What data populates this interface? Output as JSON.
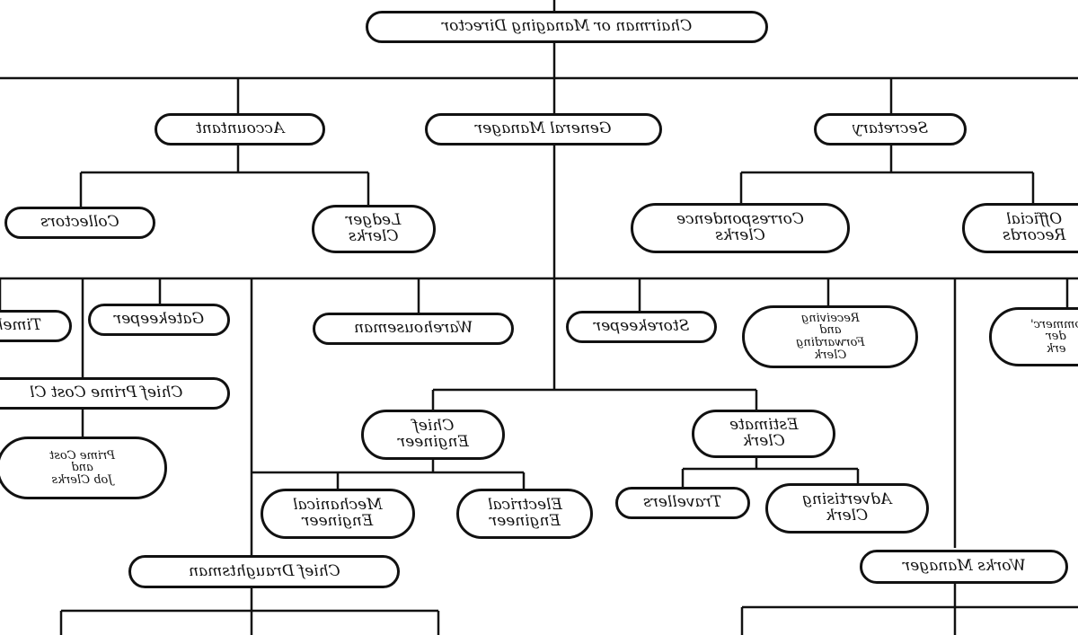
{
  "nodes": {
    "chairman": "Chairman or Managing Director",
    "accountant": "Accountant",
    "general_manager": "General Manager",
    "secretary": "Secretary",
    "collectors": "Collectors",
    "ledger_clerks": "Ledger\nClerks",
    "correspondence_clerks": "Correspondence\nClerks",
    "official_records": "Official\nRecords",
    "timekeeper": "Timek",
    "gatekeeper": "Gatekeeper",
    "warehouseman": "Warehouseman",
    "storekeeper": "Storekeeper",
    "receiving_forwarding_clerk": "Receiving\nand\nForwarding\nClerk",
    "commercial_order_clerk": "ommerc'\nder\nerk",
    "chief_prime_cost_clerk": "Chief Prime Cost Cl",
    "prime_cost_job_clerks": "Prime Cost\nand\nJob Clerks",
    "chief_engineer": "Chief\nEngineer",
    "estimate_clerk": "Estimate\nClerk",
    "mechanical_engineer": "Mechanical\nEngineer",
    "electrical_engineer": "Electrical\nEngineer",
    "travellers": "Travellers",
    "advertising_clerk": "Advertising\nClerk",
    "chief_draughtsman": "Chief Draughtsman",
    "works_manager": "Works Manager"
  }
}
